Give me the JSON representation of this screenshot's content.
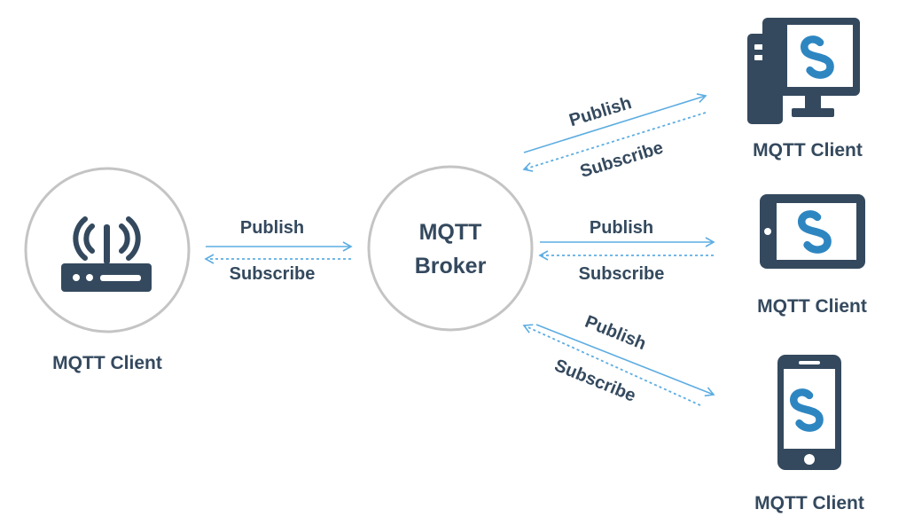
{
  "broker": {
    "line1": "MQTT",
    "line2": "Broker"
  },
  "clients": {
    "router": {
      "label": "MQTT Client",
      "icon": "wifi-router-icon"
    },
    "desktop": {
      "label": "MQTT Client",
      "icon": "desktop-computer-icon"
    },
    "tablet": {
      "label": "MQTT Client",
      "icon": "tablet-icon"
    },
    "phone": {
      "label": "MQTT Client",
      "icon": "smartphone-icon"
    }
  },
  "links": {
    "router": {
      "publish": "Publish",
      "subscribe": "Subscribe"
    },
    "desktop": {
      "publish": "Publish",
      "subscribe": "Subscribe"
    },
    "tablet": {
      "publish": "Publish",
      "subscribe": "Subscribe"
    },
    "phone": {
      "publish": "Publish",
      "subscribe": "Subscribe"
    }
  },
  "colors": {
    "navy": "#34495e",
    "arrow_blue": "#5dade2",
    "circle_gray": "#c4c4c4",
    "logo_blue": "#2e86c1"
  }
}
